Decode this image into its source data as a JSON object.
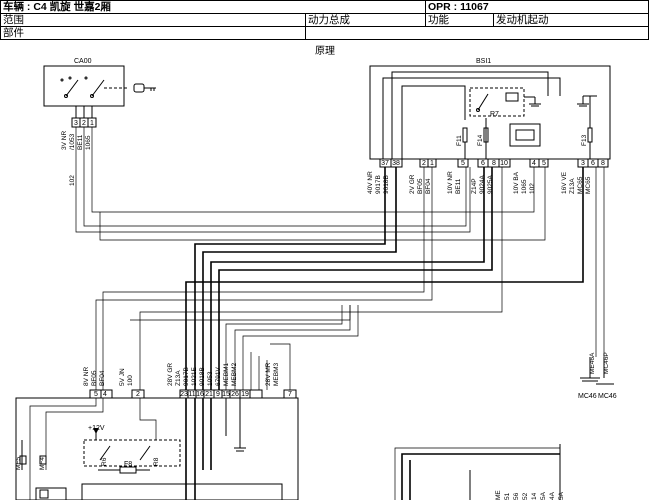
{
  "header": {
    "vehicle": "车辆 : C4 凯旋 世嘉2厢",
    "opr": "OPR : 11067",
    "scope_label": "范围",
    "system": "动力总成",
    "function_label": "功能",
    "function_value": "发动机起动",
    "parts_label": "部件"
  },
  "caption": "原理",
  "components": {
    "ca00": "CA00",
    "bsi1": "BSI1",
    "f11": "F11",
    "f14": "F14",
    "f13": "F13",
    "r7": "R7",
    "f8": "F8",
    "r6": "R6",
    "r8": "R8",
    "plus12v": "+12V",
    "me46a": "ME46A",
    "mc46p": "MC46P",
    "mc46_1": "MC46",
    "mc46_2": "MC46",
    "mf5": "MF5",
    "mf4": "MF4"
  },
  "ca00_connector": {
    "label_lines": [
      "3V NR",
      "/1053",
      "BE11",
      "1065"
    ],
    "pins": [
      "3",
      "2",
      "1"
    ],
    "wire_label": "102"
  },
  "bsi_connectors": [
    {
      "lines": [
        "40V NR",
        "9017B",
        "9018B"
      ],
      "pins": [
        "37",
        "38"
      ]
    },
    {
      "lines": [
        "2V GR",
        "BF05",
        "BF04"
      ],
      "pins": [
        "2",
        "1"
      ]
    },
    {
      "lines": [
        "10V NR",
        "BE11"
      ],
      "pins": [
        "5"
      ]
    },
    {
      "lines": [
        "Z14P",
        "9024A",
        "9025A"
      ],
      "pins": [
        "6",
        "8",
        "10"
      ]
    },
    {
      "lines": [
        "10V BA",
        "1065",
        "102"
      ],
      "pins": [
        "4",
        "5"
      ]
    },
    {
      "lines": [
        "16V VE",
        "Z13A",
        "MC65",
        "MC65"
      ],
      "pins": [
        "3",
        "6",
        "8"
      ]
    }
  ],
  "lower_connectors": [
    {
      "lines": [
        "8V NR",
        "BF05",
        "BF04"
      ],
      "pins": [
        "5",
        "4"
      ]
    },
    {
      "lines": [
        "5V JN",
        "100"
      ],
      "pins": [
        "2"
      ]
    },
    {
      "lines": [
        "28V GR",
        "Z13A",
        "9017B",
        "1021E",
        "9018B",
        "1053",
        "6791V",
        "MEBM1",
        "MEBM2"
      ],
      "pins": [
        "23",
        "11",
        "16",
        "21",
        "9",
        "15",
        "26",
        "19"
      ]
    },
    {
      "lines": [
        "28V MR",
        "MEBM3"
      ],
      "pins": [
        "7"
      ]
    }
  ],
  "bottom_right_labels": [
    "ME",
    "51",
    "56",
    "52",
    "14",
    "5A",
    "4A",
    "5A"
  ]
}
